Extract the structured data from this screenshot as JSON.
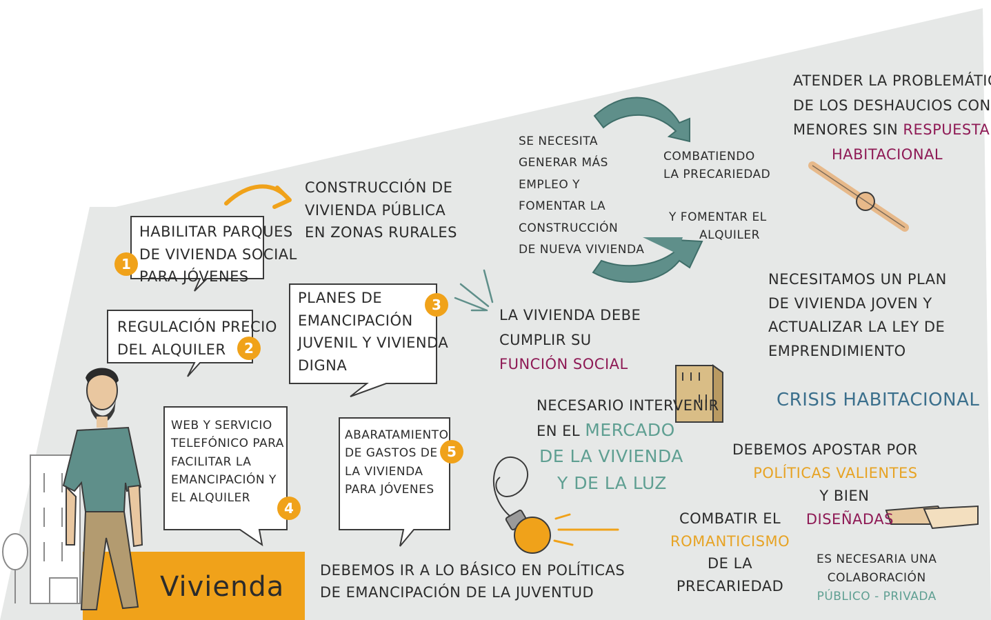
{
  "palette": {
    "board": "#e6e8e7",
    "teal": "#5f8f8a",
    "amber": "#f0a21a",
    "wine": "#8e1a55",
    "ink": "#2b2b2b",
    "blue": "#3b6f8c"
  },
  "bubbles": [
    {
      "number": "1",
      "lines": [
        "Habilitar parques",
        "de vivienda social",
        "para jóvenes"
      ]
    },
    {
      "number": "2",
      "lines": [
        "Regulación precio",
        "del alquiler"
      ]
    },
    {
      "number": "3",
      "lines": [
        "Planes de",
        "emancipación",
        "juvenil y vivienda",
        "digna"
      ]
    },
    {
      "number": "4",
      "lines": [
        "Web y servicio",
        "telefónico para",
        "facilitar la",
        "emancipación y",
        "el alquiler"
      ]
    },
    {
      "number": "5",
      "lines": [
        "Abaratamiento",
        "de gastos de",
        "la vivienda",
        "para jóvenes"
      ]
    }
  ],
  "texts": {
    "construccion": [
      "Construcción de",
      "vivienda pública",
      "en zonas rurales"
    ],
    "empleo": [
      "Se necesita",
      "generar más",
      "empleo y",
      "fomentar la",
      "construcción",
      "de nueva vivienda"
    ],
    "combatiendo": [
      "Combatiendo",
      "la precariedad"
    ],
    "fomentar_alquiler": [
      "y fomentar el",
      "alquiler"
    ],
    "desahucios_1": [
      "Atender la problemática",
      "de los deshaucios con"
    ],
    "desahucios_2_plain": "menores sin ",
    "desahucios_2_accent": "respuesta",
    "desahucios_3_accent": "habitacional",
    "funcion_1": [
      "La vivienda debe",
      "cumplir su"
    ],
    "funcion_2_accent": "función social",
    "plan": [
      "Necesitamos un plan",
      "de vivienda joven y",
      "actualizar la ley de",
      "emprendimiento"
    ],
    "crisis": "Crisis habitacional",
    "mercado_1": "Necesario intervenir",
    "mercado_2_plain": "en el ",
    "mercado_2_accent": "mercado",
    "mercado_3_accent": "de la vivienda",
    "mercado_4_accent": "y de la luz",
    "politicas_1": "Debemos apostar por",
    "politicas_2_accent": "políticas valientes",
    "politicas_3": "y bien",
    "politicas_4_accent": "diseñadas",
    "romanticismo_1": "Combatir el",
    "romanticismo_2_accent": "romanticismo",
    "romanticismo_3": [
      "de la",
      "precariedad"
    ],
    "colaboracion_1": [
      "Es necesaria una",
      "colaboración"
    ],
    "colaboracion_2_accent": "público - privada",
    "basico": [
      "Debemos ir a lo básico en políticas",
      "de emancipación de la juventud"
    ],
    "vivienda_title": "Vivienda"
  }
}
